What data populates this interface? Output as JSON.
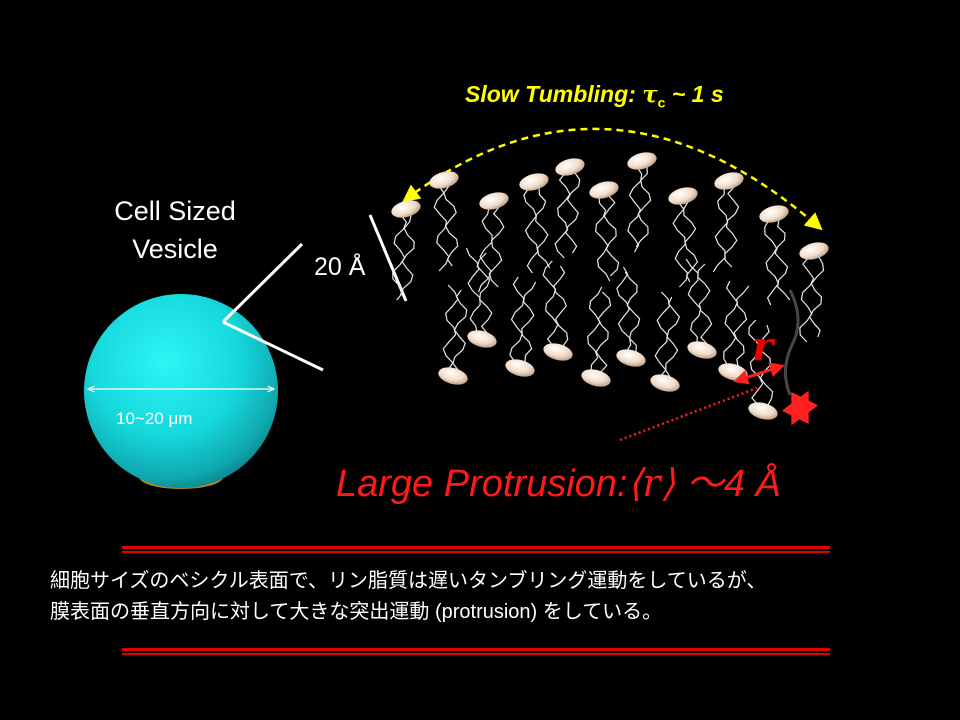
{
  "vesicle": {
    "title": "Cell Sized Vesicle",
    "size_label": "10~20 μm",
    "color": "#18e0e0"
  },
  "membrane": {
    "thickness_label": "20 Å"
  },
  "tumbling": {
    "label_prefix": "Slow Tumbling:",
    "tau_symbol": "τ",
    "tau_subscript": "c",
    "label_value": "~ 1 s",
    "color": "#ffff00"
  },
  "protrusion": {
    "label_prefix": "Large Protrusion:",
    "bracket_open": "⟨",
    "symbol": "r",
    "bracket_close": "⟩",
    "label_value": "～4 Å",
    "r_marker": "r",
    "color": "#ff1a1a"
  },
  "caption": {
    "line1": "細胞サイズのベシクル表面で、リン脂質は遅いタンブリング運動をしているが、",
    "line2": "膜表面の垂直方向に対して大きな突出運動 (protrusion) をしている。"
  },
  "colors": {
    "background": "#000000",
    "rule": "#e00000",
    "head": "#f2dcc9"
  }
}
